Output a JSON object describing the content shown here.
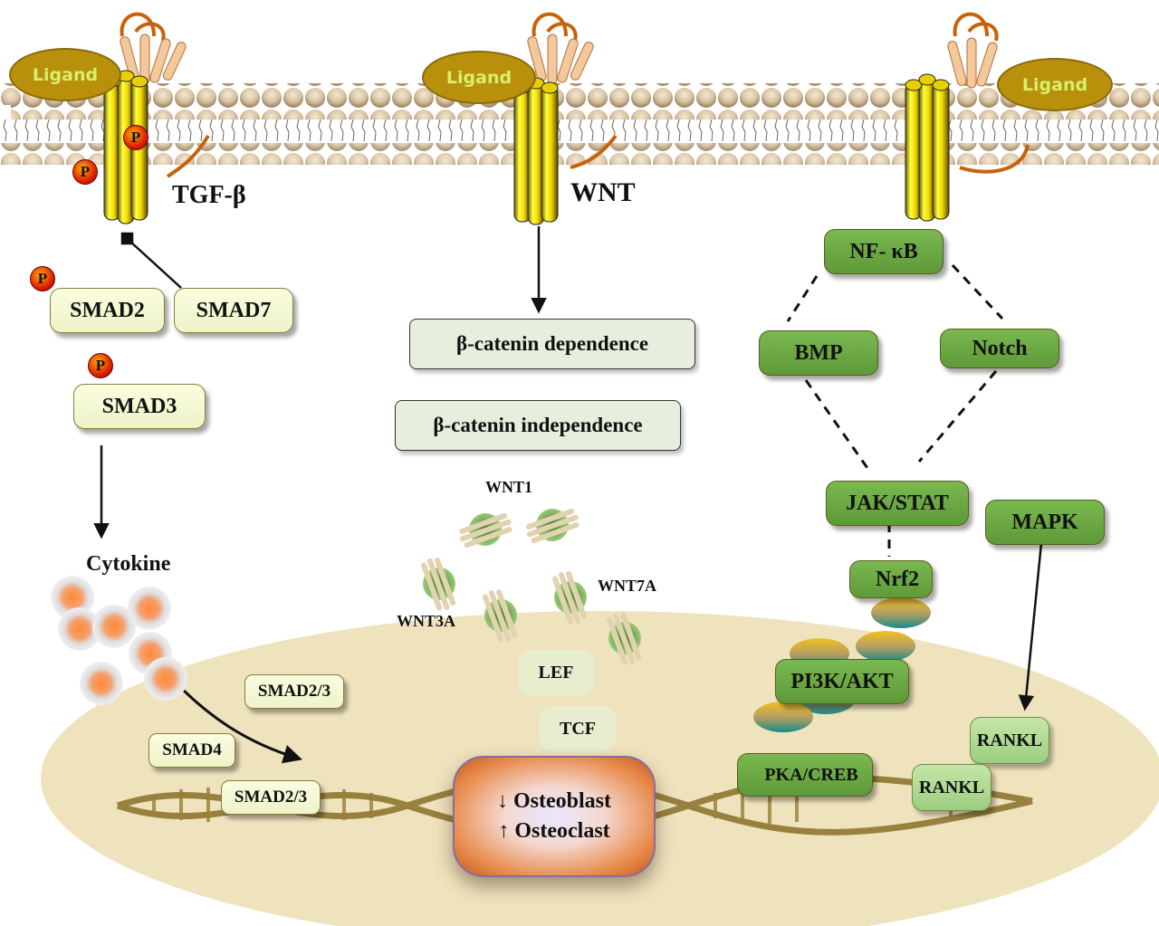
{
  "membrane": {
    "ligands": [
      "Ligand",
      "Ligand",
      "Ligand"
    ],
    "phospho_label": "P"
  },
  "tgf": {
    "title": "TGF-β",
    "smad2": "SMAD2",
    "smad7": "SMAD7",
    "smad3": "SMAD3",
    "cytokine": "Cytokine",
    "nucleus_smad23_a": "SMAD2/3",
    "nucleus_smad4": "SMAD4",
    "nucleus_smad23_b": "SMAD2/3"
  },
  "wnt": {
    "title": "WNT",
    "dependence": "β-catenin dependence",
    "independence": "β-catenin independence",
    "wnt1": "WNT1",
    "wnt3a": "WNT3A",
    "wnt7a": "WNT7A",
    "lef": "LEF",
    "tcf": "TCF"
  },
  "right": {
    "nfkb": "NF- κB",
    "bmp": "BMP",
    "notch": "Notch",
    "jakstat": "JAK/STAT",
    "mapk": "MAPK",
    "nrf2": "Nrf2",
    "pi3k": "PI3K/AKT",
    "pkacreb": "PKA/CREB",
    "rankl_top": "RANKL",
    "rankl_bottom": "RANKL"
  },
  "outcome": {
    "line1": "↓ Osteoblast",
    "line2": "↑ Osteoclast"
  },
  "colors": {
    "receptor": "#f2e000",
    "ligand": "#b8900c",
    "ligand_text": "#d9f06a",
    "pathway_green": "#6aa844",
    "smad_fill": "#f3f7d2",
    "nucleus": "#efe3bd",
    "outcome": "#e07a3a"
  }
}
